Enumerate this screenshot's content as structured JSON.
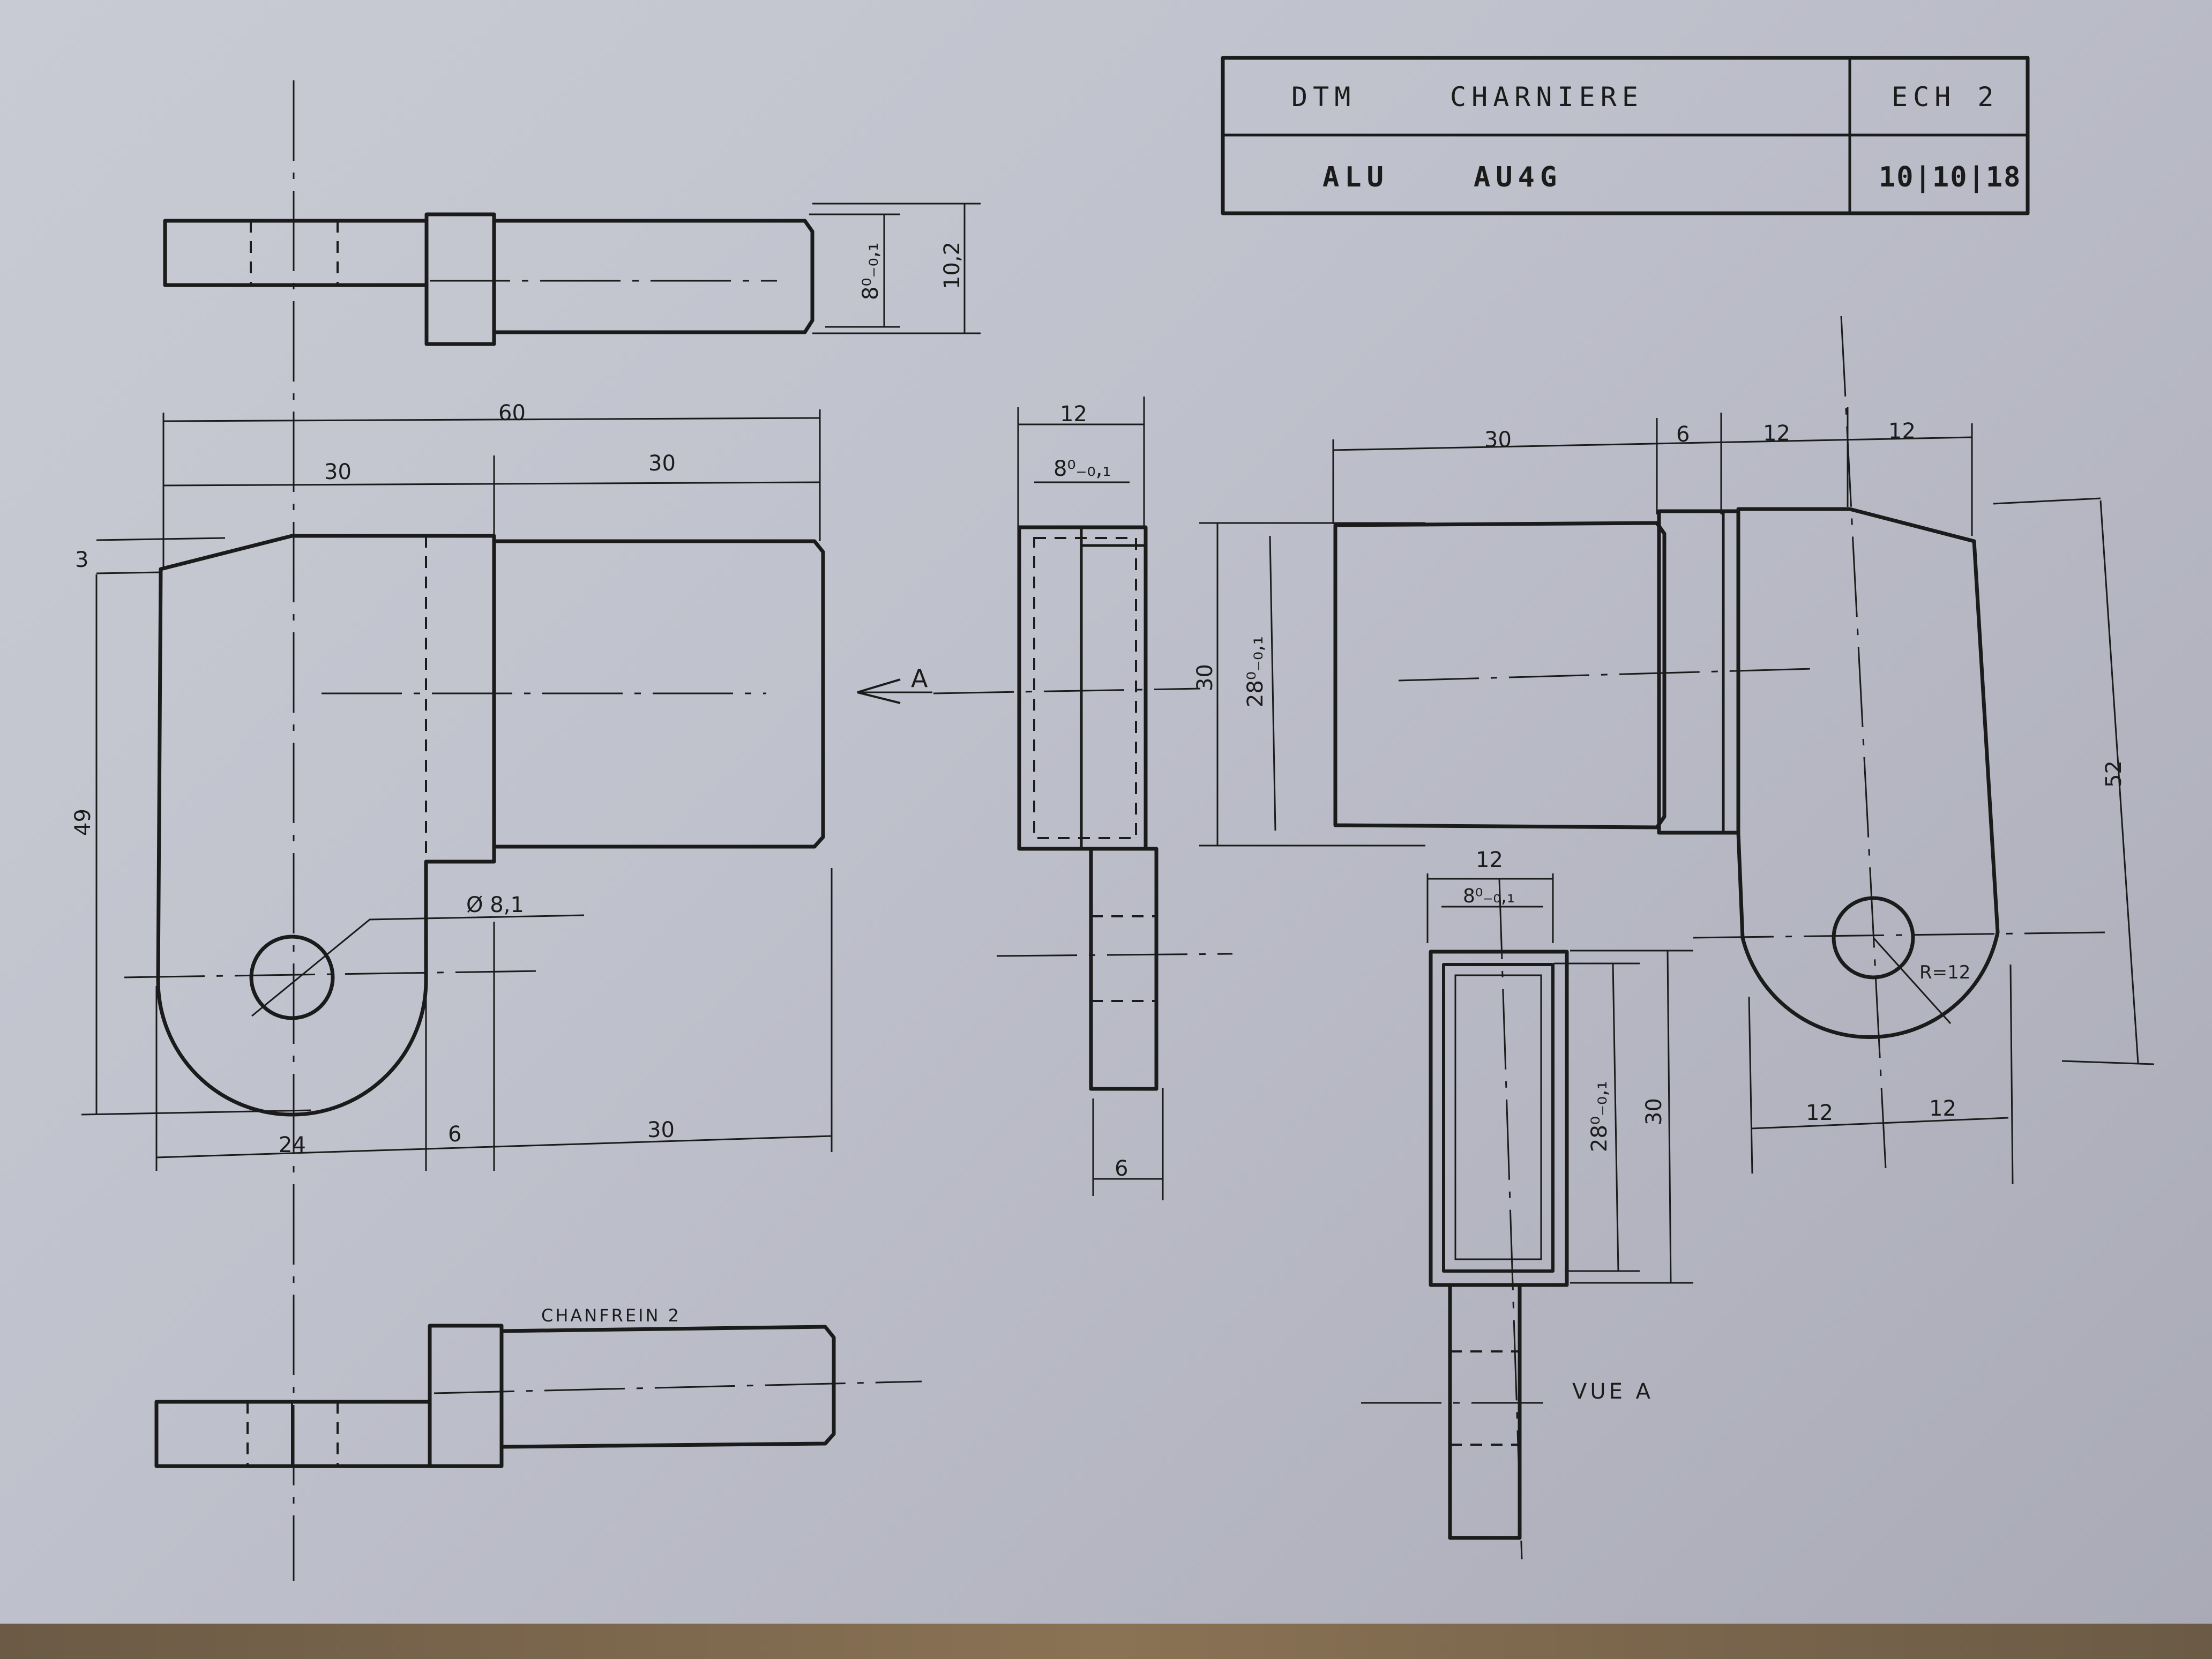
{
  "title_block": {
    "designer": "DTM",
    "part_name": "CHARNIERE",
    "scale": "ECH 2",
    "material": "ALU",
    "alloy": "AU4G",
    "date": "10|10|18"
  },
  "dimensions": {
    "overall_length": "60",
    "left_length": "30",
    "right_length": "30",
    "chamfer_height": "3",
    "total_height": "49",
    "hole_diameter": "Ø 8,1",
    "bottom_left": "24",
    "bottom_middle": "6",
    "bottom_right": "30",
    "top_pin_dia": "8⁰₋₀,₁",
    "top_body_dia": "10,2",
    "side_width": "12",
    "side_inner": "8⁰₋₀,₁",
    "side_height": "30",
    "side_inner_height": "28⁰₋₀,₁",
    "side_tab": "6",
    "right_len_30": "30",
    "right_len_6": "6",
    "right_len_12a": "12",
    "right_len_12b": "12",
    "right_height": "52",
    "radius": "R=12",
    "right_bottom_12a": "12",
    "right_bottom_12b": "12",
    "viewA_width": "12",
    "viewA_inner": "8⁰₋₀,₁",
    "viewA_inner_height": "28⁰₋₀,₁",
    "viewA_height": "30"
  },
  "labels": {
    "arrow_a": "A",
    "chamfer_note": "CHANFREIN 2",
    "view_a": "VUE A"
  }
}
